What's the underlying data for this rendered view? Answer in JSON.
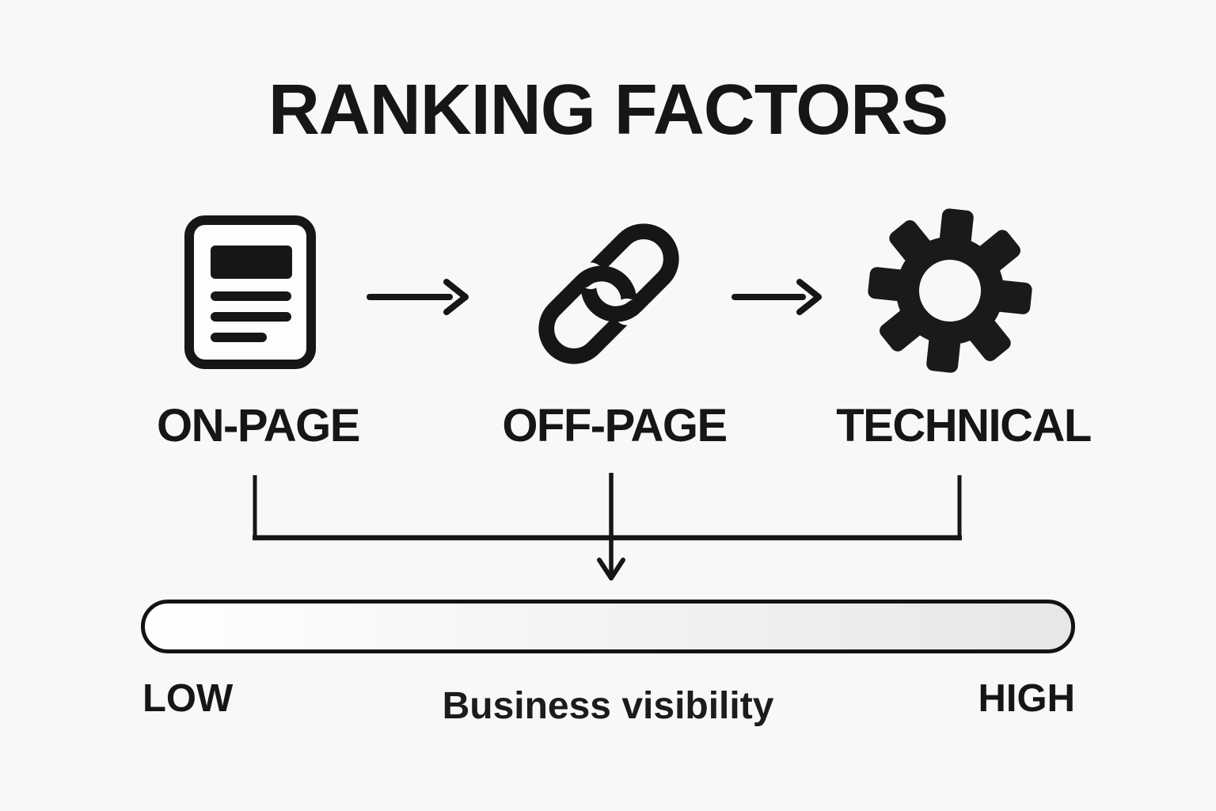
{
  "title": "RANKING FACTORS",
  "factors": [
    {
      "label": "ON-PAGE",
      "icon": "document-icon"
    },
    {
      "label": "OFF-PAGE",
      "icon": "link-icon"
    },
    {
      "label": "TECHNICAL",
      "icon": "gear-icon"
    }
  ],
  "flow": {
    "arrow_count": 2,
    "merge_target": "visibility-bar"
  },
  "scale": {
    "low_label": "LOW",
    "high_label": "HIGH",
    "caption": "Business visibility"
  },
  "colors": {
    "background": "#f8f8f6",
    "ink": "#161616",
    "bar_gradient_start": "#ffffff",
    "bar_gradient_end": "#e7e7e6",
    "bar_border": "#131313"
  }
}
